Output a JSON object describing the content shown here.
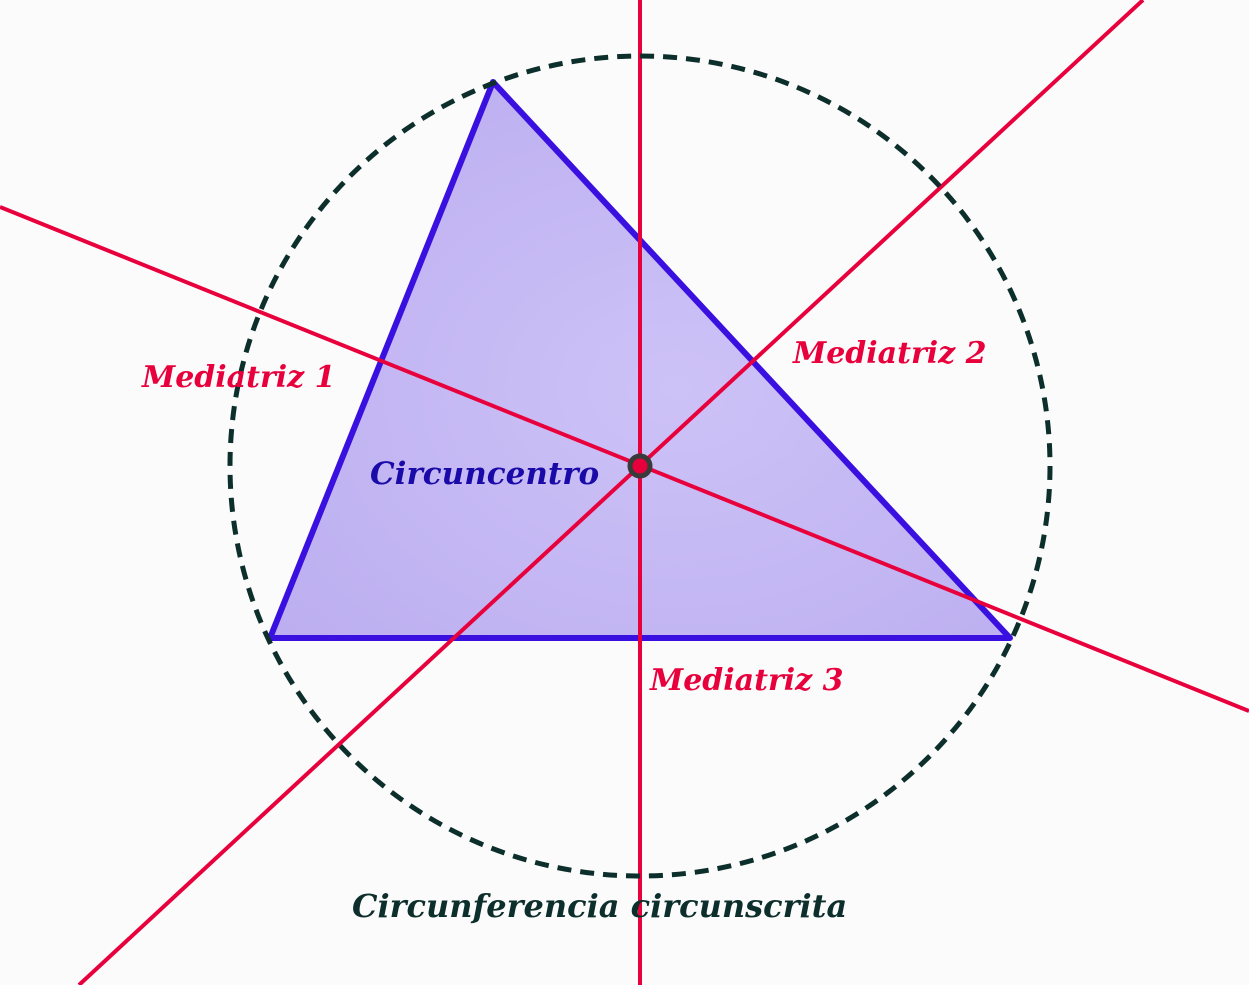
{
  "diagram": {
    "labels": {
      "mediatriz_1": "Mediatriz 1",
      "mediatriz_2": "Mediatriz 2",
      "mediatriz_3": "Mediatriz 3",
      "circumcenter": "Circuncentro",
      "circumcircle": "Circunferencia circunscrita"
    },
    "colors": {
      "bisector": "#e8003c",
      "triangle_stroke": "#3a10e0",
      "triangle_fill": "#c4b8f4",
      "circle": "#0d2f2c",
      "circumcenter_label": "#1a0aa8",
      "background": "#fbfbfb"
    }
  }
}
